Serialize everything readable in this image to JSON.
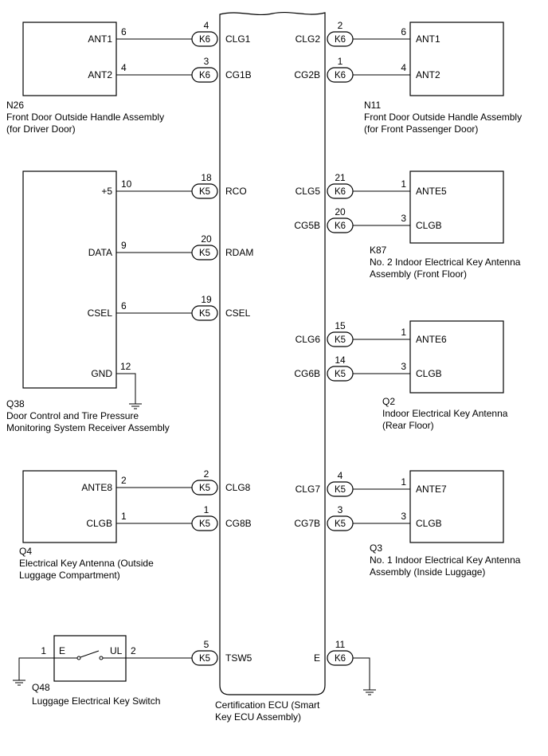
{
  "ecu": {
    "caption": [
      "Certification ECU (Smart",
      "Key ECU Assembly)"
    ]
  },
  "components": {
    "n26": {
      "caption": [
        "N26",
        "Front Door Outside Handle Assembly",
        "(for Driver Door)"
      ]
    },
    "n11": {
      "caption": [
        "N11",
        "Front Door Outside Handle Assembly",
        "(for Front Passenger Door)"
      ]
    },
    "q38": {
      "caption": [
        "Q38",
        "Door Control and Tire Pressure",
        "Monitoring System Receiver Assembly"
      ]
    },
    "k87": {
      "caption": [
        "K87",
        "No. 2 Indoor Electrical Key Antenna",
        "Assembly (Front Floor)"
      ]
    },
    "q2": {
      "caption": [
        "Q2",
        "Indoor Electrical Key Antenna",
        "(Rear Floor)"
      ]
    },
    "q4": {
      "caption": [
        "Q4",
        "Electrical Key Antenna (Outside",
        "Luggage Compartment)"
      ]
    },
    "q3": {
      "caption": [
        "Q3",
        "No. 1 Indoor Electrical Key Antenna",
        "Assembly (Inside Luggage)"
      ]
    },
    "q48": {
      "caption": [
        "Q48",
        "Luggage Electrical Key Switch"
      ]
    }
  },
  "switch_labels": {
    "left": "E",
    "right": "UL"
  },
  "left_connections": [
    {
      "comp_terminal": "ANT1",
      "comp_pin": "6",
      "connector": "K6",
      "ecu_pin": "4",
      "ecu_terminal": "CLG1"
    },
    {
      "comp_terminal": "ANT2",
      "comp_pin": "4",
      "connector": "K6",
      "ecu_pin": "3",
      "ecu_terminal": "CG1B"
    },
    {
      "comp_terminal": "+5",
      "comp_pin": "10",
      "connector": "K5",
      "ecu_pin": "18",
      "ecu_terminal": "RCO"
    },
    {
      "comp_terminal": "DATA",
      "comp_pin": "9",
      "connector": "K5",
      "ecu_pin": "20",
      "ecu_terminal": "RDAM"
    },
    {
      "comp_terminal": "CSEL",
      "comp_pin": "6",
      "connector": "K5",
      "ecu_pin": "19",
      "ecu_terminal": "CSEL"
    },
    {
      "comp_terminal": "ANTE8",
      "comp_pin": "2",
      "connector": "K5",
      "ecu_pin": "2",
      "ecu_terminal": "CLG8"
    },
    {
      "comp_terminal": "CLGB",
      "comp_pin": "1",
      "connector": "K5",
      "ecu_pin": "1",
      "ecu_terminal": "CG8B"
    },
    {
      "comp_terminal": "",
      "comp_pin": "2",
      "connector": "K5",
      "ecu_pin": "5",
      "ecu_terminal": "TSW5"
    }
  ],
  "right_connections": [
    {
      "ecu_terminal": "CLG2",
      "connector": "K6",
      "ecu_pin": "2",
      "comp_pin": "6",
      "comp_terminal": "ANT1"
    },
    {
      "ecu_terminal": "CG2B",
      "connector": "K6",
      "ecu_pin": "1",
      "comp_pin": "4",
      "comp_terminal": "ANT2"
    },
    {
      "ecu_terminal": "CLG5",
      "connector": "K6",
      "ecu_pin": "21",
      "comp_pin": "1",
      "comp_terminal": "ANTE5"
    },
    {
      "ecu_terminal": "CG5B",
      "connector": "K6",
      "ecu_pin": "20",
      "comp_pin": "3",
      "comp_terminal": "CLGB"
    },
    {
      "ecu_terminal": "CLG6",
      "connector": "K5",
      "ecu_pin": "15",
      "comp_pin": "1",
      "comp_terminal": "ANTE6"
    },
    {
      "ecu_terminal": "CG6B",
      "connector": "K5",
      "ecu_pin": "14",
      "comp_pin": "3",
      "comp_terminal": "CLGB"
    },
    {
      "ecu_terminal": "CLG7",
      "connector": "K5",
      "ecu_pin": "4",
      "comp_pin": "1",
      "comp_terminal": "ANTE7"
    },
    {
      "ecu_terminal": "CG7B",
      "connector": "K5",
      "ecu_pin": "3",
      "comp_pin": "3",
      "comp_terminal": "CLGB"
    }
  ],
  "grounds": [
    {
      "comp_terminal": "GND",
      "comp_pin": "12"
    },
    {
      "comp_terminal": "",
      "comp_pin": "1"
    },
    {
      "ecu_terminal": "E",
      "connector": "K6",
      "ecu_pin": "11"
    }
  ]
}
